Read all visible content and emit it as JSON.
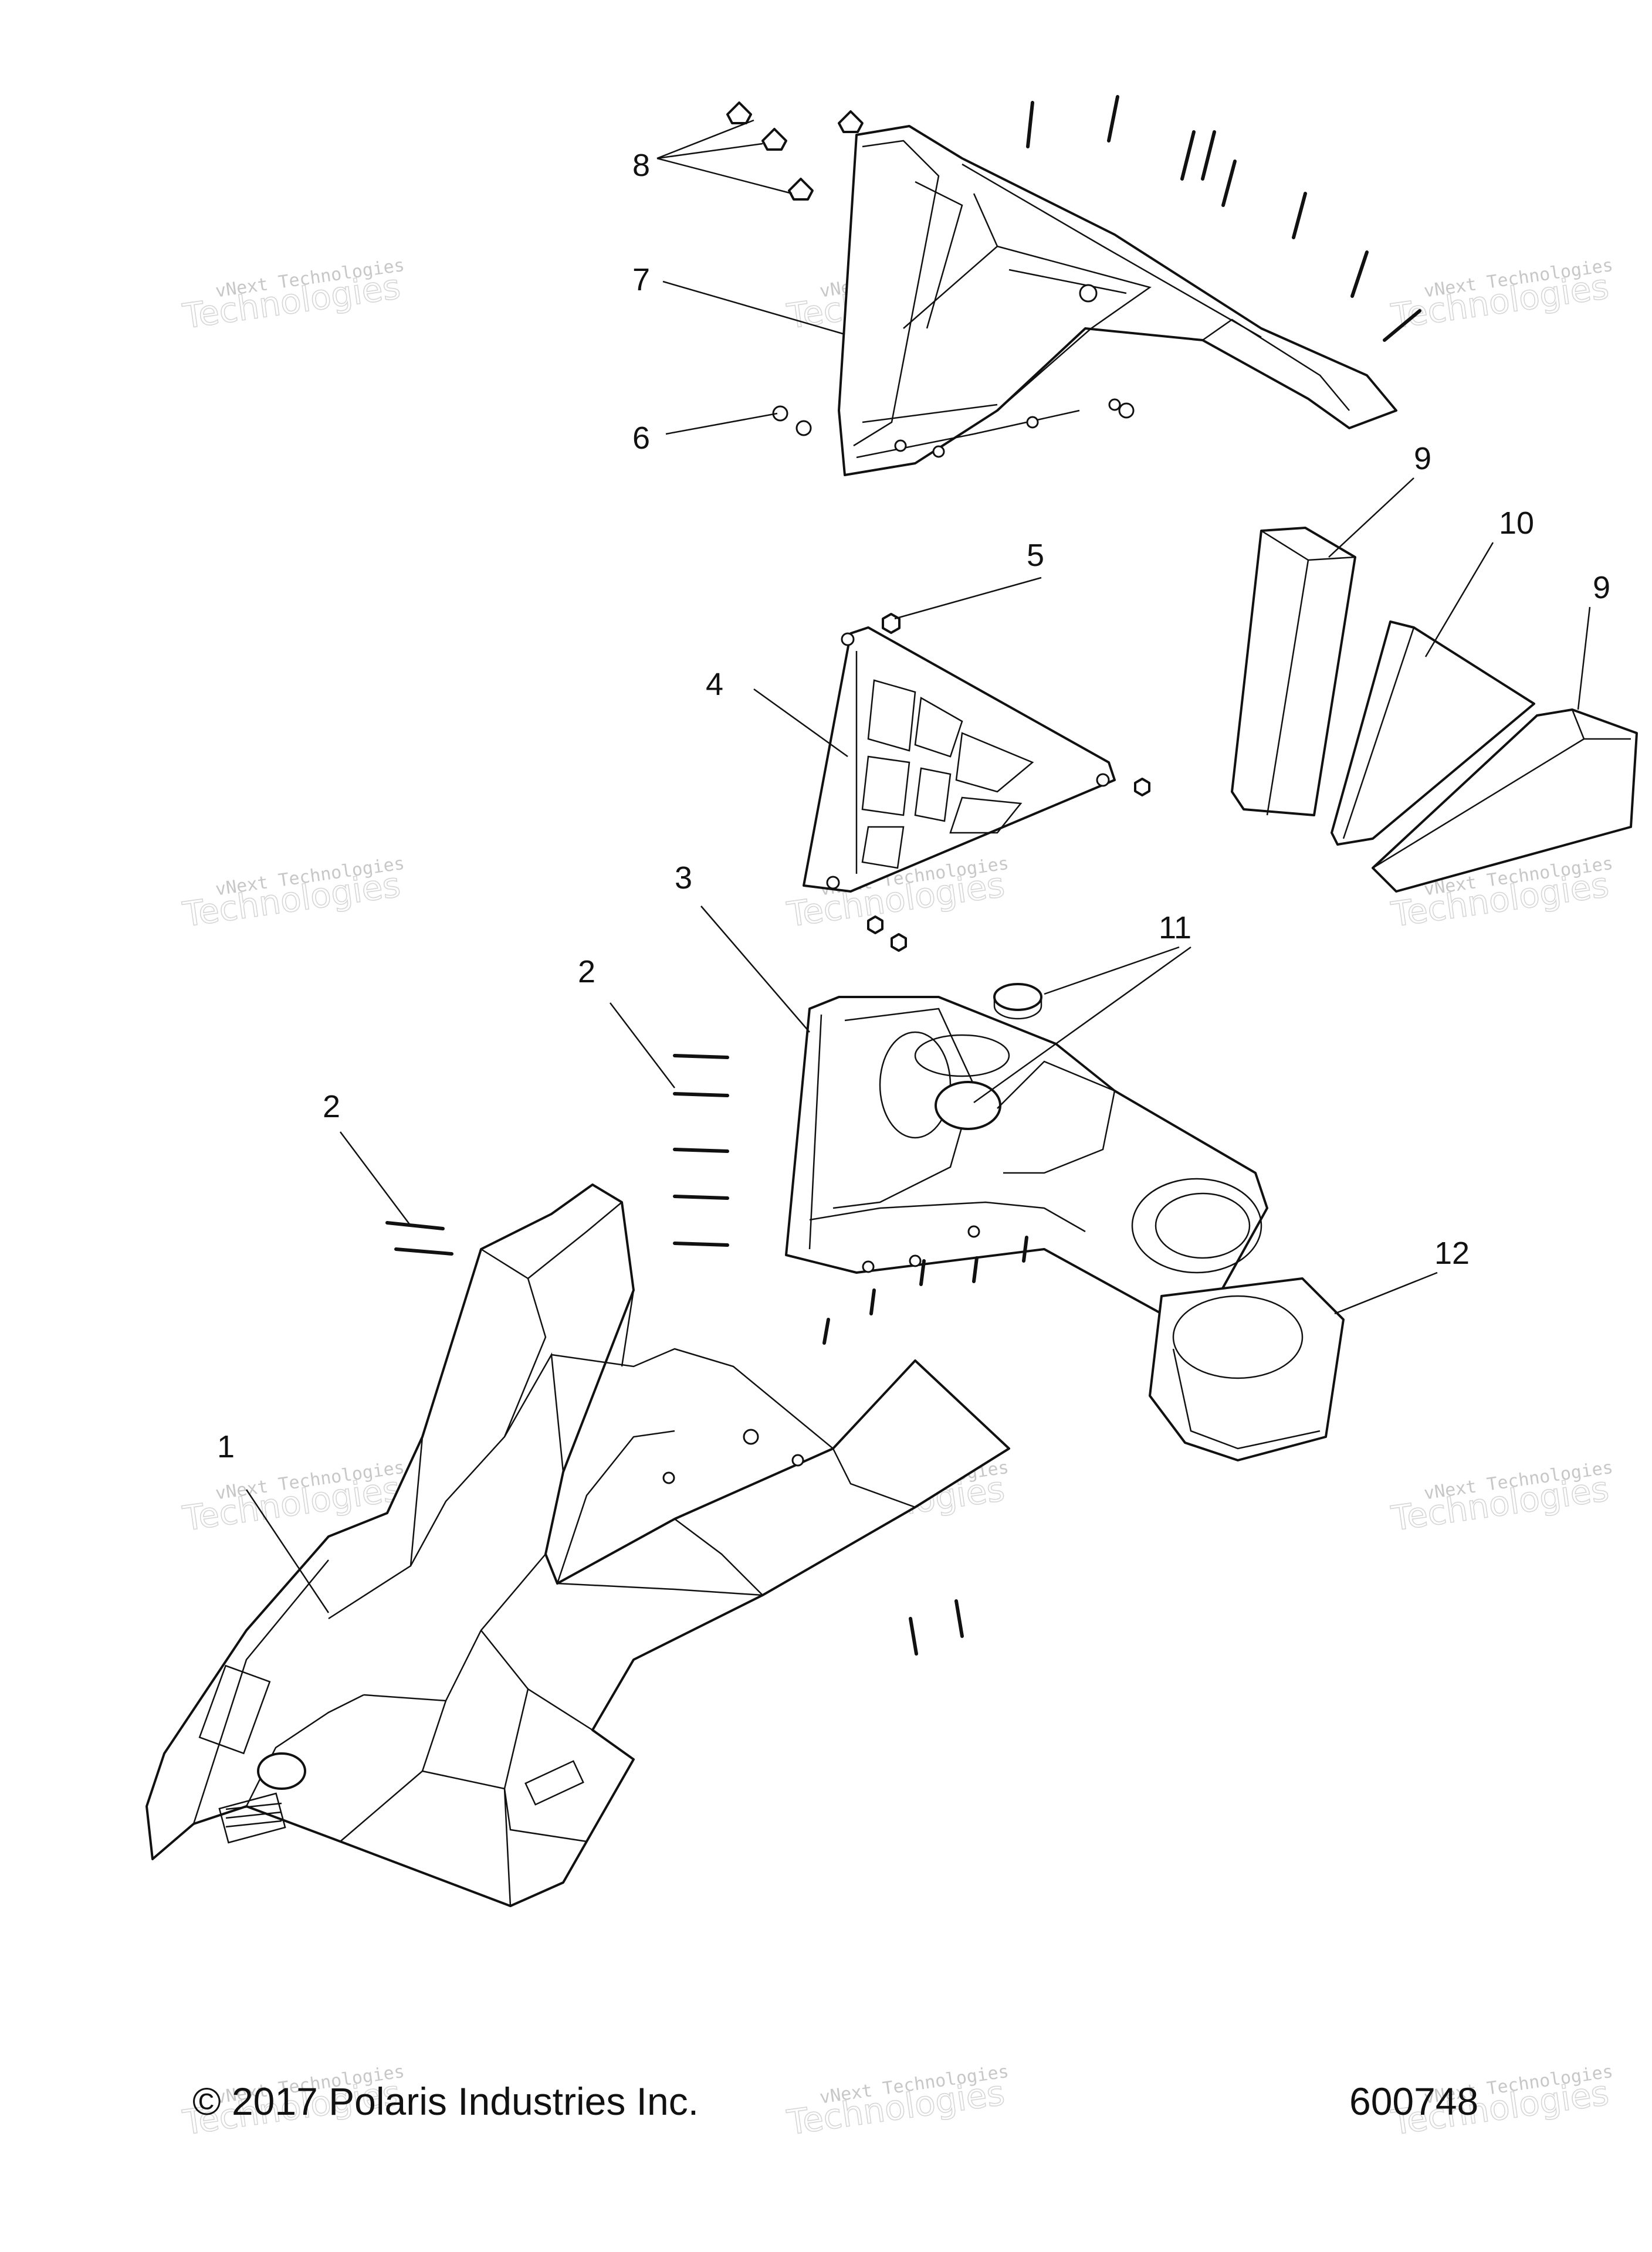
{
  "diagram": {
    "callouts": [
      {
        "id": "1",
        "label": "1"
      },
      {
        "id": "2a",
        "label": "2"
      },
      {
        "id": "2b",
        "label": "2"
      },
      {
        "id": "3",
        "label": "3"
      },
      {
        "id": "4",
        "label": "4"
      },
      {
        "id": "5",
        "label": "5"
      },
      {
        "id": "6",
        "label": "6"
      },
      {
        "id": "7",
        "label": "7"
      },
      {
        "id": "8",
        "label": "8"
      },
      {
        "id": "9a",
        "label": "9"
      },
      {
        "id": "9b",
        "label": "9"
      },
      {
        "id": "10",
        "label": "10"
      },
      {
        "id": "11",
        "label": "11"
      },
      {
        "id": "12",
        "label": "12"
      }
    ],
    "watermark": {
      "line1": "vNext Technologies",
      "line2": "Technologies",
      "line3": "vNext"
    }
  },
  "footer": {
    "copyright": "© 2017 Polaris Industries Inc.",
    "reference_number": "600748"
  }
}
